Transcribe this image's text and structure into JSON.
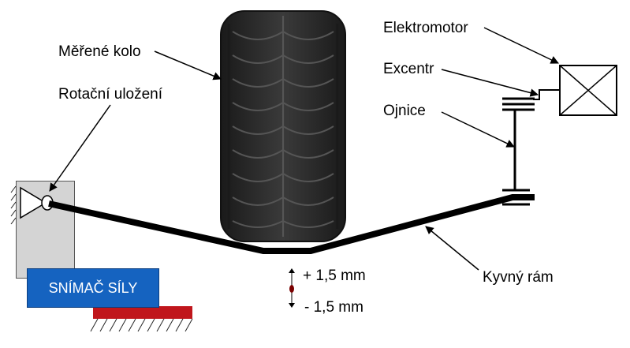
{
  "labels": {
    "measured_wheel": "Měřené kolo",
    "rotary_bearing": "Rotační uložení",
    "electric_motor": "Elektromotor",
    "eccentric": "Excentr",
    "connecting_rod": "Ojnice",
    "swing_frame": "Kyvný rám",
    "force_sensor": "SNÍMAČ SÍLY",
    "plus_amplitude": "+ 1,5 mm",
    "minus_amplitude": "- 1,5 mm"
  },
  "colors": {
    "sensor_box": "#1563c0",
    "base_plate": "#c0161c",
    "bearing_block": "#d4d4d4",
    "frame": "#000000",
    "tire": "#2b2b2b",
    "amplitude_dot": "#7a0000"
  }
}
